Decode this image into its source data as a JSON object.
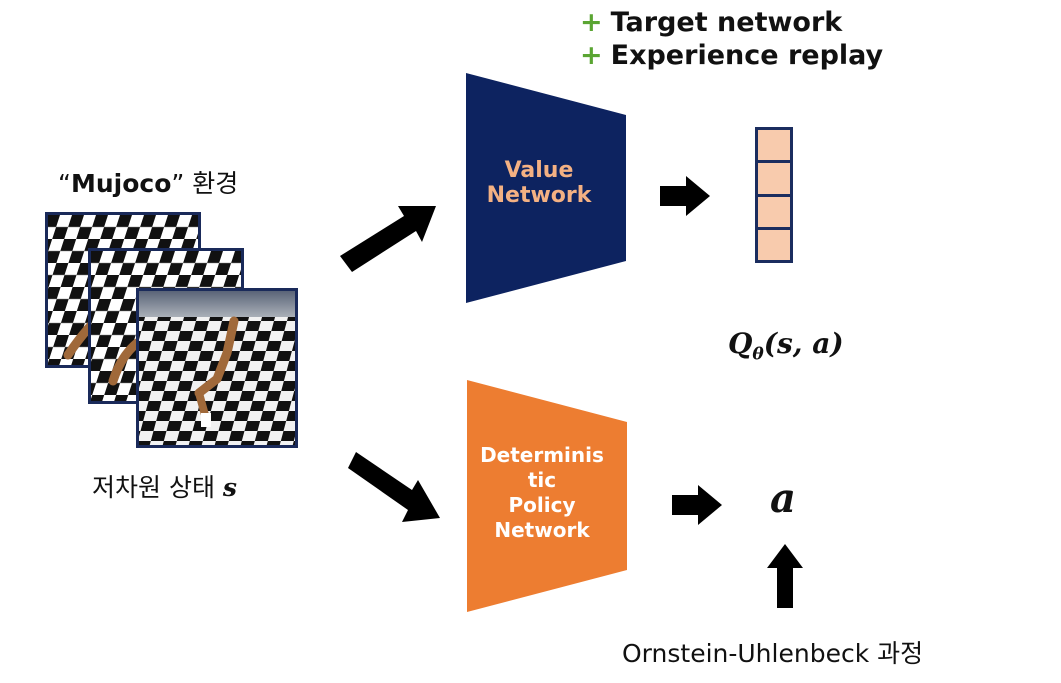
{
  "extras": [
    {
      "plus": "+",
      "text": "Target network"
    },
    {
      "plus": "+",
      "text": "Experience replay"
    }
  ],
  "environment": {
    "quote_open": "“",
    "name": "Mujoco",
    "quote_close": "”",
    "suffix": " 환경"
  },
  "state": {
    "label": "저차원 상태 ",
    "symbol": "s"
  },
  "value_network": {
    "lines": [
      "Value",
      "Network"
    ],
    "color": "#0d2360"
  },
  "policy_network": {
    "lines": [
      "Determinis",
      "tic",
      "Policy",
      "Network"
    ],
    "color": "#ed7d31"
  },
  "q_output": {
    "symbol": "Q",
    "subscript": "θ",
    "args": "(s, a)",
    "cells": 4,
    "cell_color": "#f8cbad"
  },
  "action_output": {
    "symbol": "a"
  },
  "noise_process": {
    "label": "Ornstein-Uhlenbeck 과정"
  }
}
